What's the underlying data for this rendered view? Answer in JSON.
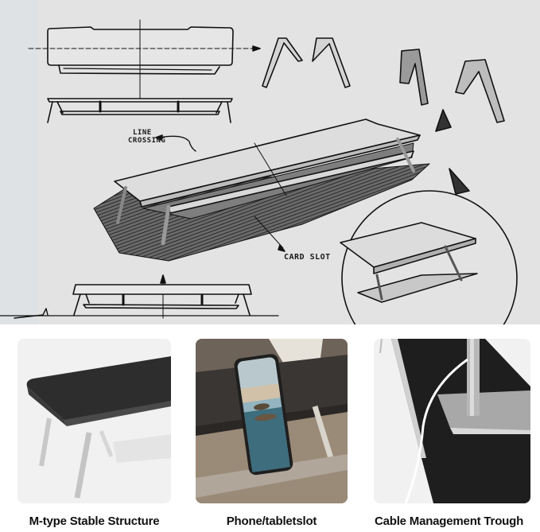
{
  "sketch": {
    "annotations": {
      "line_crossing_line1": "LINE",
      "line_crossing_line2": "CROSSING",
      "card_slot": "CARD SLOT"
    },
    "background_color": "#e3e3e3"
  },
  "features": [
    {
      "caption": "M-type Stable Structure",
      "image": "black-monitor-stand-with-silver-m-legs"
    },
    {
      "caption": "Phone/tabletslot",
      "image": "phone-standing-in-slot-on-stand"
    },
    {
      "caption": "Cable Management Trough",
      "image": "monitor-base-with-cable-routed-through-trough"
    }
  ],
  "colors": {
    "stand_black": "#2b2b2b",
    "leg_silver": "#c9c9c9",
    "caption_text": "#111111"
  }
}
